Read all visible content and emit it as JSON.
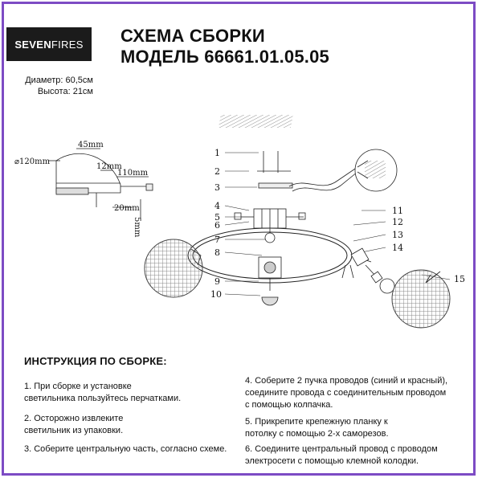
{
  "brand": {
    "bold": "SEVEN",
    "regular": "FIRES"
  },
  "title": {
    "line1": "СХЕМА СБОРКИ",
    "line2": "МОДЕЛЬ 66661.01.05.05"
  },
  "dimensions": {
    "diameter": "Диаметр: 60,5см",
    "height": "Высота: 21см"
  },
  "detail_labels": {
    "d120": "⌀120mm",
    "d45": "45mm",
    "d12": "12mm",
    "d110": "110mm",
    "d20": "20mm",
    "d5": "5mm"
  },
  "part_numbers": [
    "1",
    "2",
    "3",
    "4",
    "5",
    "6",
    "7",
    "8",
    "9",
    "10",
    "11",
    "12",
    "13",
    "14",
    "15"
  ],
  "instructions": {
    "heading": "ИНСТРУКЦИЯ ПО СБОРКЕ:",
    "steps": [
      {
        "l1": "1. При сборке и установке",
        "l2": "светильника пользуйтесь перчатками."
      },
      {
        "l1": "2. Осторожно извлеките",
        "l2": "светильник из упаковки."
      },
      {
        "l1": "3. Соберите центральную часть, согласно схеме.",
        "l2": ""
      },
      {
        "l1": "4. Соберите 2 пучка проводов (синий и красный),",
        "l2": "соедините провода с соединительным проводом",
        "l3": "с помощью колпачка."
      },
      {
        "l1": "5. Прикрепите крепежную планку к",
        "l2": "потолку с помощью 2-х саморезов."
      },
      {
        "l1": "6. Соедините центральный провод с проводом",
        "l2": "электросети с помощью клемной колодки."
      }
    ]
  },
  "colors": {
    "frame": "#7d4bc4",
    "logo_bg": "#1b1b1b"
  }
}
